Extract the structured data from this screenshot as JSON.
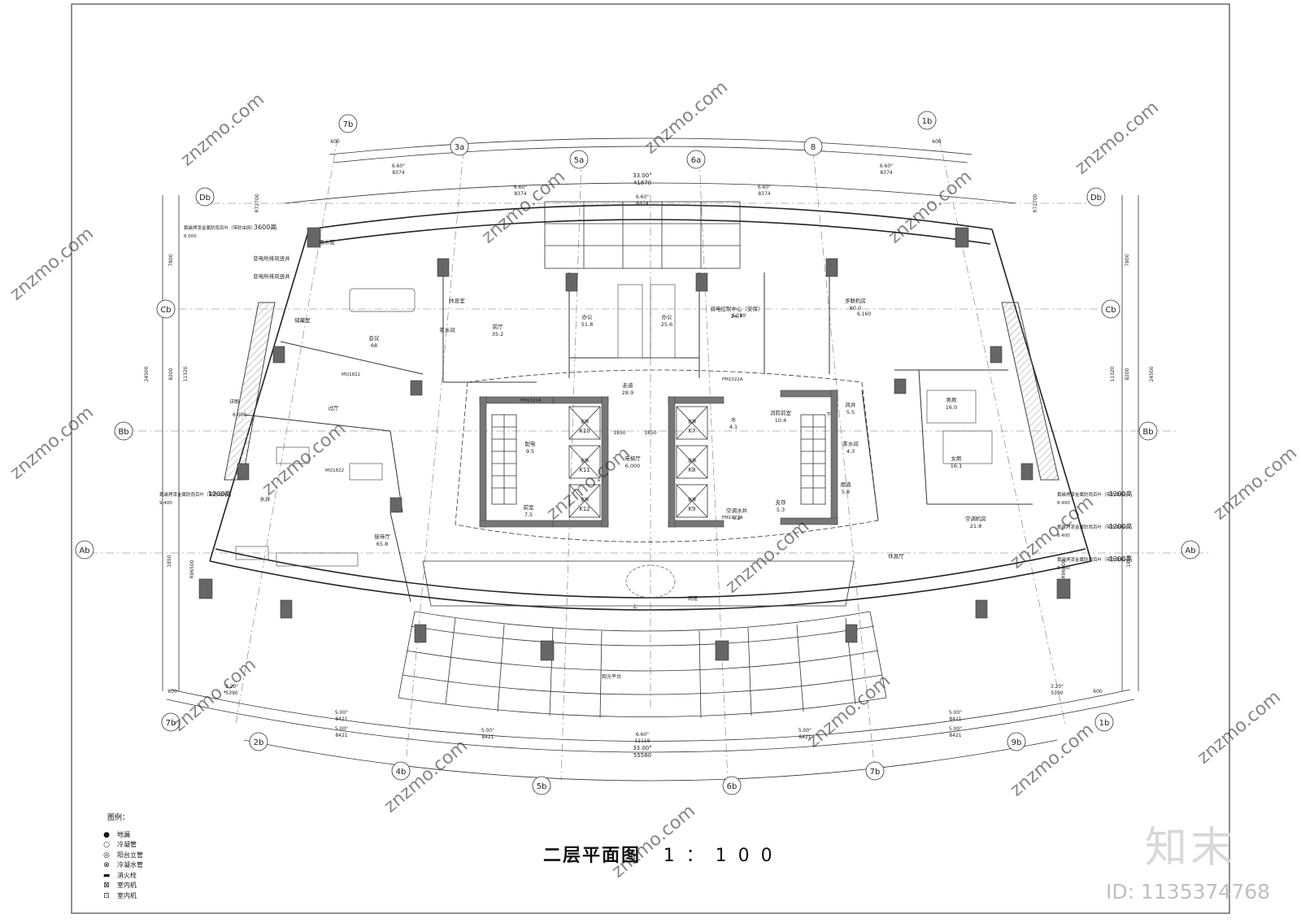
{
  "drawing": {
    "title": "二层平面图",
    "scale": "1：100"
  },
  "legend": {
    "title": "图例：",
    "items": [
      {
        "symbol": "●",
        "label": "地漏"
      },
      {
        "symbol": "○",
        "label": "冷凝管"
      },
      {
        "symbol": "◎",
        "label": "阳台立管"
      },
      {
        "symbol": "⊗",
        "label": "冷凝水管"
      },
      {
        "symbol": "▬",
        "label": "消火栓"
      },
      {
        "symbol": "⊠",
        "label": "室内机"
      },
      {
        "symbol": "⊡",
        "label": "室内机"
      }
    ]
  },
  "axes": {
    "top_circles": [
      "7b",
      "3a",
      "5a",
      "6a",
      "8",
      "1b"
    ],
    "bottom_circles": [
      "7b",
      "2b",
      "4b",
      "5b",
      "6b",
      "7b",
      "9b",
      "1b"
    ],
    "left_circles": [
      "Db",
      "Cb",
      "Bb",
      "Ab"
    ],
    "right_circles": [
      "Db",
      "Cb",
      "Bb",
      "Ab"
    ]
  },
  "dimensions": {
    "top_main": "33.00°",
    "top_main_len": "41870",
    "top_seg_angle": "6.60°",
    "top_seg_len": "8374",
    "bottom_main": "33.00°",
    "bottom_main_len": "55580",
    "bottom_seg_angle": "5.00°",
    "bottom_seg_len": "8421",
    "bottom_edge_angle": "3.20°",
    "bottom_edge_len": "5390",
    "bottom_center_angle": "6.60°",
    "bottom_center_len": "11116",
    "left_total": "24500",
    "left_a": "7800",
    "left_b": "8200",
    "left_c": "11320",
    "side_small": "1850",
    "radius_outer": "R72700",
    "radius_inner": "R96500",
    "edge_offset": "600"
  },
  "rooms": [
    {
      "name": "会议",
      "area": "68"
    },
    {
      "name": "储藏室",
      "area": ""
    },
    {
      "name": "休息室",
      "area": ""
    },
    {
      "name": "茶水间",
      "area": ""
    },
    {
      "name": "配电",
      "area": "9.5"
    },
    {
      "name": "办公",
      "area": "51.8"
    },
    {
      "name": "办公",
      "area": "25.6"
    },
    {
      "name": "前厅",
      "area": "35.2"
    },
    {
      "name": "弱电控制中心（安保）",
      "area": "24.7"
    },
    {
      "name": "多联机房",
      "area": "80.0"
    },
    {
      "name": "电梯厅",
      "area": "6.000"
    },
    {
      "name": "消防前室",
      "area": "10.4"
    },
    {
      "name": "前室",
      "area": "7.5"
    },
    {
      "name": "空调水井",
      "area": "6.2"
    },
    {
      "name": "水",
      "area": "4.1"
    },
    {
      "name": "支存",
      "area": "5.3"
    },
    {
      "name": "烟道",
      "area": "5.8"
    },
    {
      "name": "风井",
      "area": "5.5"
    },
    {
      "name": "茶水间",
      "area": "4.3"
    },
    {
      "name": "男厕",
      "area": "16.0"
    },
    {
      "name": "女厕",
      "area": "16.1"
    },
    {
      "name": "空调机房",
      "area": "21.8"
    },
    {
      "name": "休息厅",
      "area": ""
    },
    {
      "name": "接待厅",
      "area": "65.8"
    },
    {
      "name": "过厅",
      "area": ""
    },
    {
      "name": "水井",
      "area": ""
    },
    {
      "name": "雨水管",
      "area": ""
    },
    {
      "name": "变电所排风竖井",
      "area": ""
    },
    {
      "name": "变电所排风竖井",
      "area": ""
    },
    {
      "name": "走道",
      "area": "28.9"
    }
  ],
  "labels": {
    "floor_elev": "6.000",
    "floor_elev2": "6.160",
    "elev_3600": "3600高",
    "louver_note": "氟碳烤漆金属防雨百叶（带防虫网）",
    "elev_1200": "1200高",
    "elev_high": "8.400",
    "elev_mid": "9.400",
    "corridor_note": "观光平台",
    "eave_note": "雨篷",
    "window_code": "MQ1822",
    "fire_door": "FM1022A",
    "lift_k": [
      "K10",
      "K11",
      "K12",
      "K7",
      "K8",
      "K9"
    ],
    "lift_tag": "客梯",
    "dim_1850a": "1850",
    "dim_1850b": "1850",
    "detail_ref": "详图",
    "stair_down": "下",
    "stair_up": "上"
  },
  "watermark": {
    "site": "znzmo.com",
    "logo": "知末",
    "id": "ID: 1135374768"
  },
  "colors": {
    "line": "#222222",
    "wall": "#777777",
    "hatch": "#bbbbbb",
    "watermark": "#d6d6d6"
  }
}
